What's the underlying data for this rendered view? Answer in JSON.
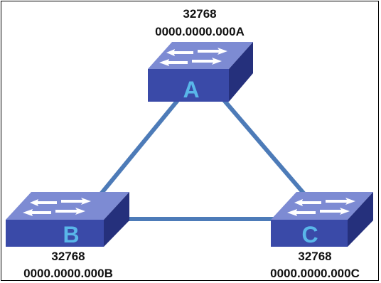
{
  "colors": {
    "link": "#4d7bb8",
    "switch_top": "#7d8bd3",
    "switch_front": "#3a4aa8",
    "switch_side": "#25307c",
    "arrow": "#ffffff",
    "letter": "#59b6e9",
    "label": "#111111"
  },
  "switches": [
    {
      "id": "A",
      "letter": "A",
      "priority": "32768",
      "mac": "0000.0000.000A",
      "icon": "network-switch-icon"
    },
    {
      "id": "B",
      "letter": "B",
      "priority": "32768",
      "mac": "0000.0000.000B",
      "icon": "network-switch-icon"
    },
    {
      "id": "C",
      "letter": "C",
      "priority": "32768",
      "mac": "0000.0000.000C",
      "icon": "network-switch-icon"
    }
  ],
  "links": [
    {
      "from": "A",
      "to": "B"
    },
    {
      "from": "A",
      "to": "C"
    },
    {
      "from": "B",
      "to": "C"
    }
  ]
}
